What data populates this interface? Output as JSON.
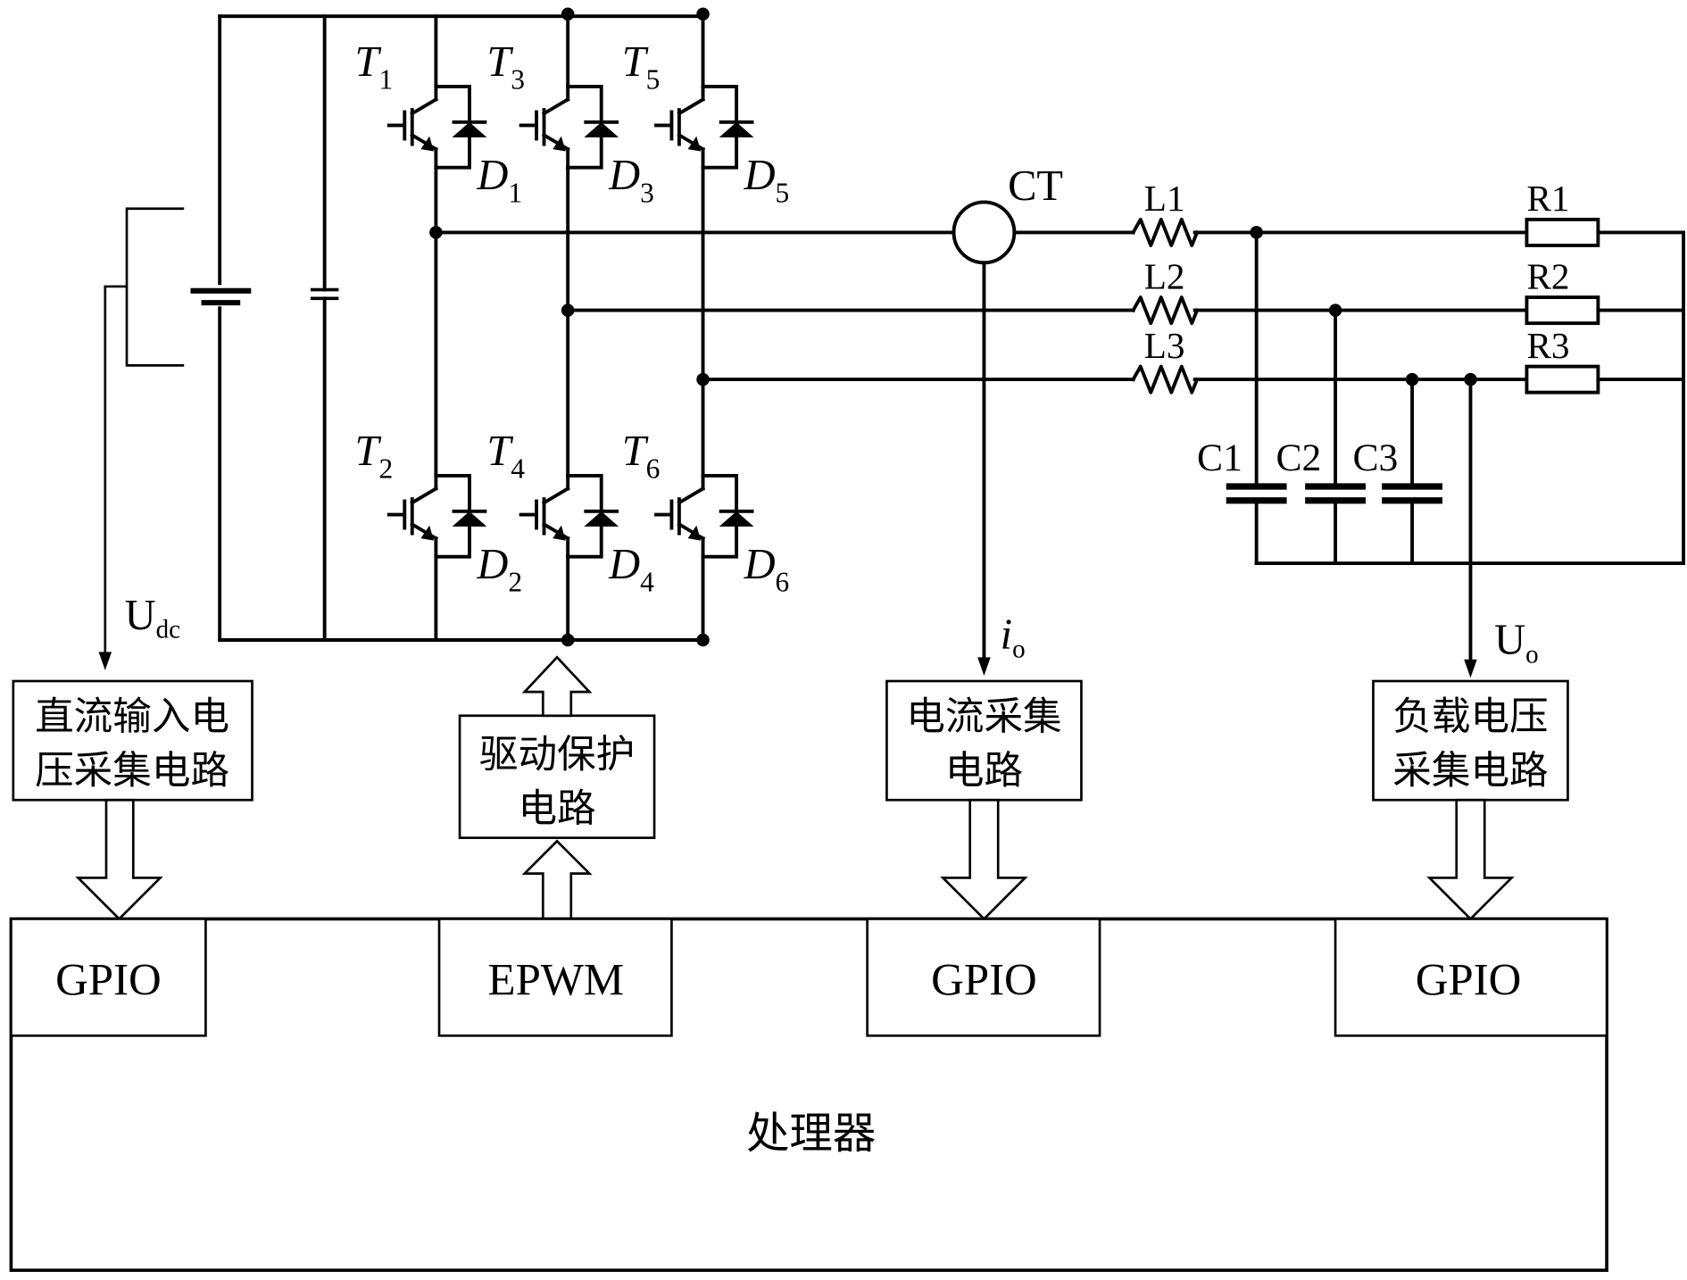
{
  "diagram": {
    "title": "",
    "switches": [
      {
        "id": "T1",
        "label": "T",
        "sub": "1",
        "diode": "D",
        "diode_sub": "1"
      },
      {
        "id": "T3",
        "label": "T",
        "sub": "3",
        "diode": "D",
        "diode_sub": "3"
      },
      {
        "id": "T5",
        "label": "T",
        "sub": "5",
        "diode": "D",
        "diode_sub": "5"
      },
      {
        "id": "T2",
        "label": "T",
        "sub": "2",
        "diode": "D",
        "diode_sub": "2"
      },
      {
        "id": "T4",
        "label": "T",
        "sub": "4",
        "diode": "D",
        "diode_sub": "4"
      },
      {
        "id": "T6",
        "label": "T",
        "sub": "6",
        "diode": "D",
        "diode_sub": "6"
      }
    ],
    "current_transformer": "CT",
    "inductors": [
      "L1",
      "L2",
      "L3"
    ],
    "resistors": [
      "R1",
      "R2",
      "R3"
    ],
    "capacitors": [
      "C1",
      "C2",
      "C3"
    ],
    "signals": {
      "udc": {
        "main": "U",
        "sub": "dc"
      },
      "io": {
        "main": "i",
        "sub": "o"
      },
      "uo": {
        "main": "U",
        "sub": "o"
      }
    },
    "blocks": {
      "dc_sense": [
        "直流输入电",
        "压采集电路"
      ],
      "driver": [
        "驱动保护",
        "电路"
      ],
      "current_sense": [
        "电流采集",
        "电路"
      ],
      "load_voltage_sense": [
        "负载电压",
        "采集电路"
      ]
    },
    "processor": {
      "label": "处理器",
      "ports": [
        "GPIO",
        "EPWM",
        "GPIO",
        "GPIO"
      ]
    }
  }
}
